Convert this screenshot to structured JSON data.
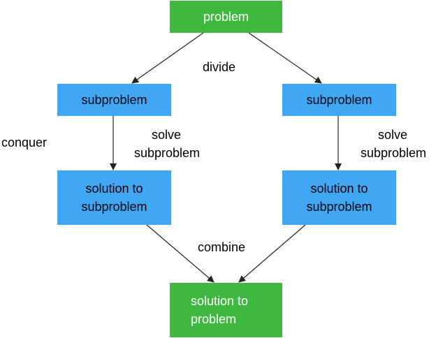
{
  "nodes": {
    "problem": "problem",
    "subproblem_left": "subproblem",
    "subproblem_right": "subproblem",
    "solution_sub_left": "solution to\nsubproblem",
    "solution_sub_right": "solution to\nsubproblem",
    "solution_problem": "solution to\nproblem"
  },
  "labels": {
    "divide": "divide",
    "conquer": "conquer",
    "solve_left": "solve\nsubproblem",
    "solve_right": "solve\nsubproblem",
    "combine": "combine"
  },
  "colors": {
    "problem_node": "#3fb83f",
    "subproblem_node": "#41a6f4",
    "node_text_light": "#ffffff",
    "node_text_dark": "#000000",
    "arrow": "#222222"
  }
}
